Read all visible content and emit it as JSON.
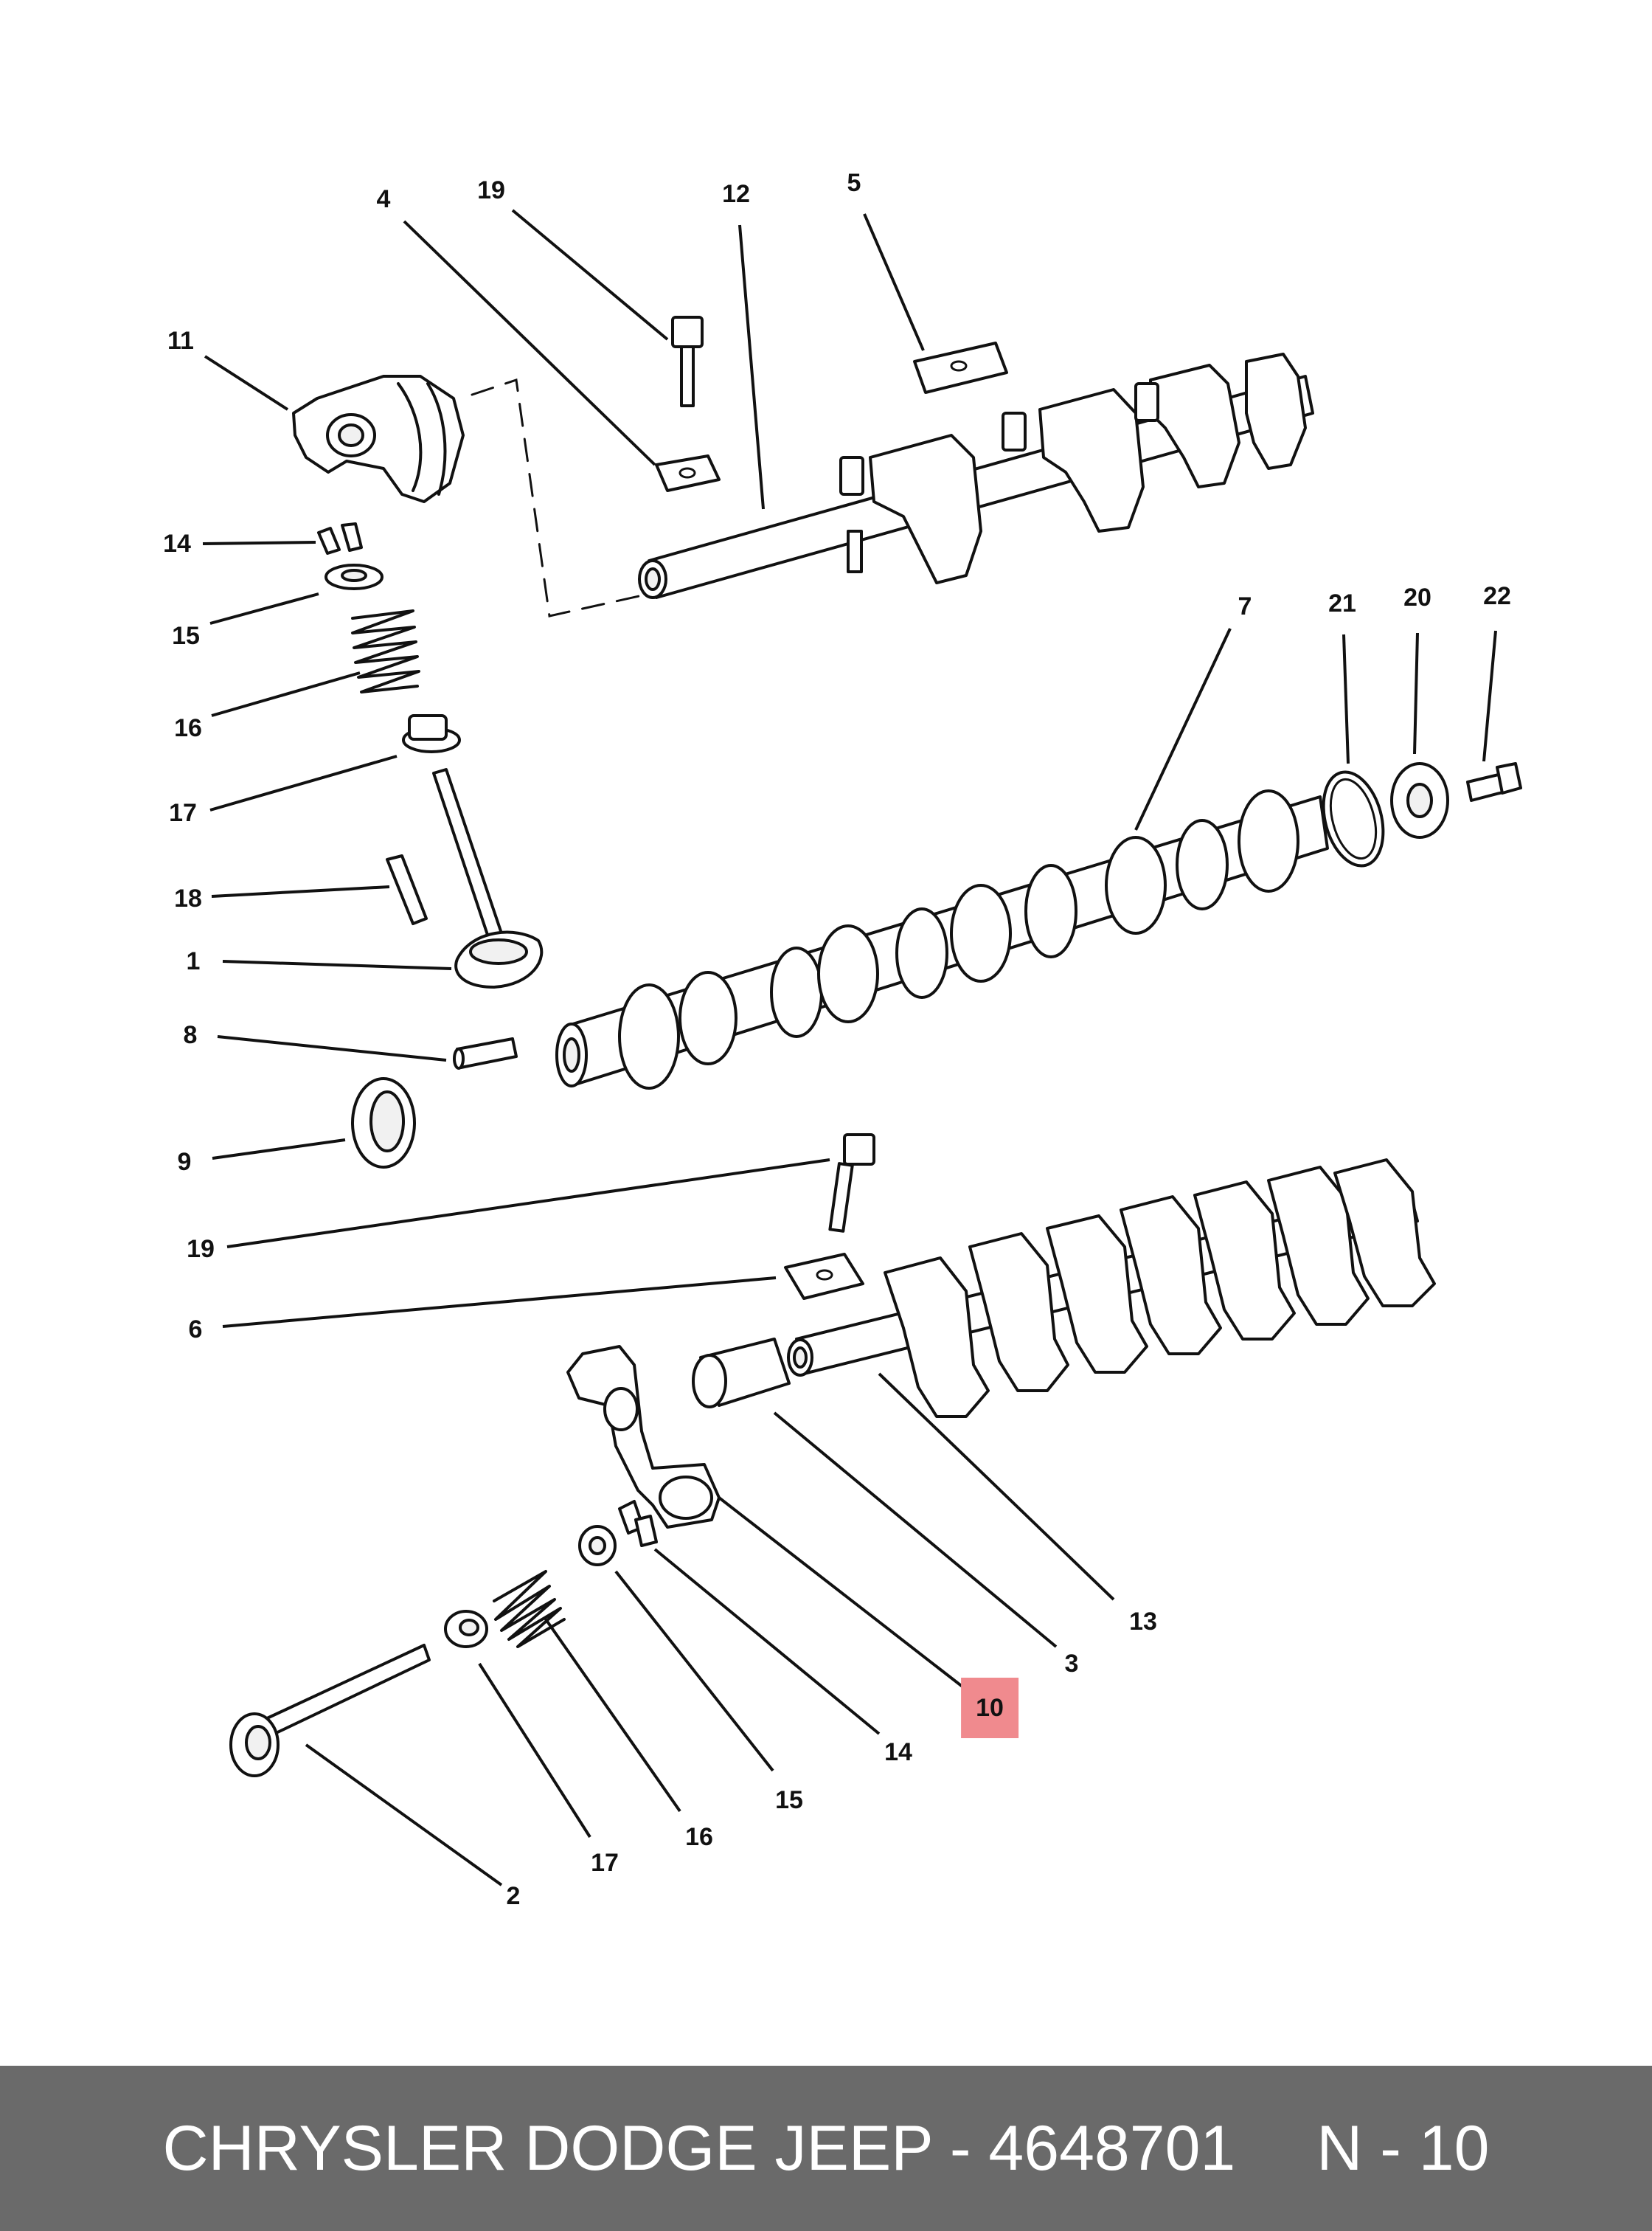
{
  "callouts": [
    {
      "id": "c-4",
      "label": "4"
    },
    {
      "id": "c-19-top",
      "label": "19"
    },
    {
      "id": "c-12",
      "label": "12"
    },
    {
      "id": "c-5",
      "label": "5"
    },
    {
      "id": "c-11",
      "label": "11"
    },
    {
      "id": "c-14-left",
      "label": "14"
    },
    {
      "id": "c-15-left",
      "label": "15"
    },
    {
      "id": "c-16-left",
      "label": "16"
    },
    {
      "id": "c-17-left",
      "label": "17"
    },
    {
      "id": "c-18",
      "label": "18"
    },
    {
      "id": "c-1",
      "label": "1"
    },
    {
      "id": "c-8",
      "label": "8"
    },
    {
      "id": "c-9",
      "label": "9"
    },
    {
      "id": "c-19-mid",
      "label": "19"
    },
    {
      "id": "c-6",
      "label": "6"
    },
    {
      "id": "c-7",
      "label": "7"
    },
    {
      "id": "c-21",
      "label": "21"
    },
    {
      "id": "c-20",
      "label": "20"
    },
    {
      "id": "c-22",
      "label": "22"
    },
    {
      "id": "c-13",
      "label": "13"
    },
    {
      "id": "c-3",
      "label": "3"
    },
    {
      "id": "c-10",
      "label": "10",
      "highlighted": true
    },
    {
      "id": "c-14-bottom",
      "label": "14"
    },
    {
      "id": "c-15-bottom",
      "label": "15"
    },
    {
      "id": "c-16-bottom",
      "label": "16"
    },
    {
      "id": "c-17-bottom",
      "label": "17"
    },
    {
      "id": "c-2",
      "label": "2"
    }
  ],
  "footer": {
    "part_brand": "CHRYSLER DODGE JEEP - 4648701",
    "part_ref": "N - 10"
  },
  "colors": {
    "highlight": "#f08a8e",
    "footer_bg": "#6a6a6a",
    "footer_text": "#ffffff"
  }
}
